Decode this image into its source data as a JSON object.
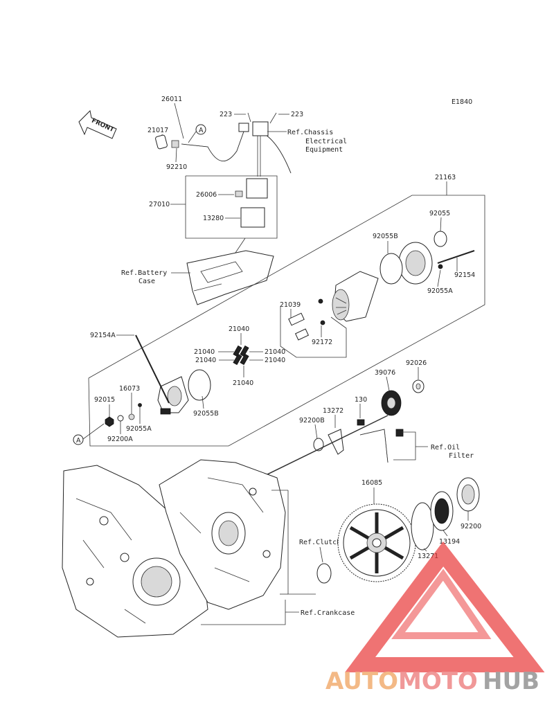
{
  "diagram_code": "E1840",
  "front_label": "FRONT",
  "callout_a": "A",
  "watermark": {
    "brand_part1": "AUTO",
    "brand_part2": "MOTO",
    "brand_part3": "HUB",
    "colors": {
      "auto": "#f2b27a",
      "moto": "#ef8d8d",
      "hub": "#9a9a9a",
      "triangle": "#e83030"
    }
  },
  "refs": {
    "chassis": [
      "Ref.Chassis",
      "Electrical",
      "Equipment"
    ],
    "battery": [
      "Ref.Battery",
      "Case"
    ],
    "oil_filter": [
      "Ref.Oil",
      "Filter"
    ],
    "clutch": "Ref.Clutch",
    "crankcase": "Ref.Crankcase"
  },
  "parts": {
    "p26011": "26011",
    "p223a": "223",
    "p223b": "223",
    "p21017": "21017",
    "p92210": "92210",
    "p27010": "27010",
    "p26006": "26006",
    "p13280": "13280",
    "p21163": "21163",
    "p92055": "92055",
    "p92055b_top": "92055B",
    "p92154": "92154",
    "p92055a_top": "92055A",
    "p21039": "21039",
    "p21040_1": "21040",
    "p21040_2": "21040",
    "p21040_3": "21040",
    "p21040_4": "21040",
    "p21040_5": "21040",
    "p21040_6": "21040",
    "p92172": "92172",
    "p92154a": "92154A",
    "p16073": "16073",
    "p92015": "92015",
    "p92055a_b": "92055A",
    "p92200a": "92200A",
    "p92055b_b": "92055B",
    "p39076": "39076",
    "p92026": "92026",
    "p13272": "13272",
    "p130": "130",
    "p92200b": "92200B",
    "p16085": "16085",
    "p92200": "92200",
    "p13194": "13194",
    "p13271": "13271"
  }
}
